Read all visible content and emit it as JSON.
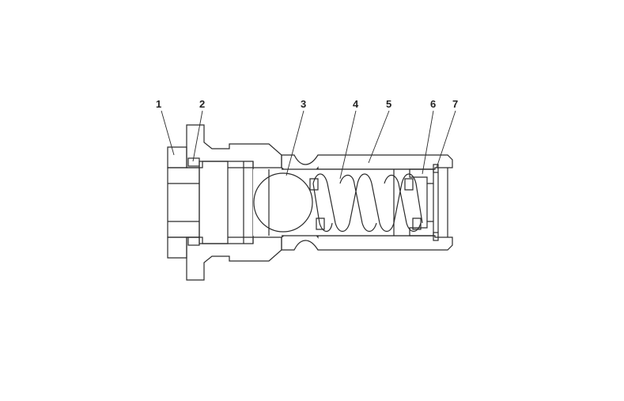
{
  "labels": [
    {
      "id": "1",
      "text": "1"
    },
    {
      "id": "2",
      "text": "2"
    },
    {
      "id": "3",
      "text": "3"
    },
    {
      "id": "4",
      "text": "4"
    },
    {
      "id": "5",
      "text": "5"
    },
    {
      "id": "6",
      "text": "6"
    },
    {
      "id": "7",
      "text": "7"
    }
  ],
  "colors": {
    "line": "#2a2a2a",
    "hatch": "url-pattern",
    "background": "#ffffff"
  }
}
